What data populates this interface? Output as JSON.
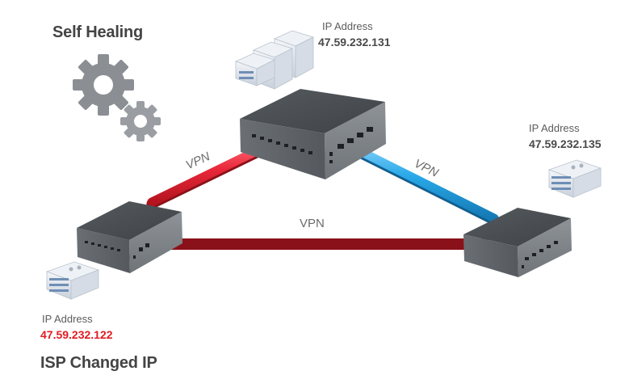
{
  "headings": {
    "self_healing": "Self Healing",
    "isp_changed": "ISP Changed IP"
  },
  "nodes": {
    "top": {
      "ip_caption": "IP Address",
      "ip": "47.59.232.131"
    },
    "right": {
      "ip_caption": "IP Address",
      "ip": "47.59.232.135"
    },
    "left": {
      "ip_caption": "IP Address",
      "ip": "47.59.232.122"
    }
  },
  "links": {
    "left_top": "VPN",
    "top_right": "VPN",
    "left_right": "VPN"
  },
  "colors": {
    "link_red": "#e8283a",
    "link_blue": "#2aa9e8",
    "alert_ip": "#e01b22",
    "switch_body": "#6e7378",
    "gear": "#8b8f94"
  },
  "icons": [
    "gear-icon",
    "server-icon",
    "switch-icon"
  ]
}
